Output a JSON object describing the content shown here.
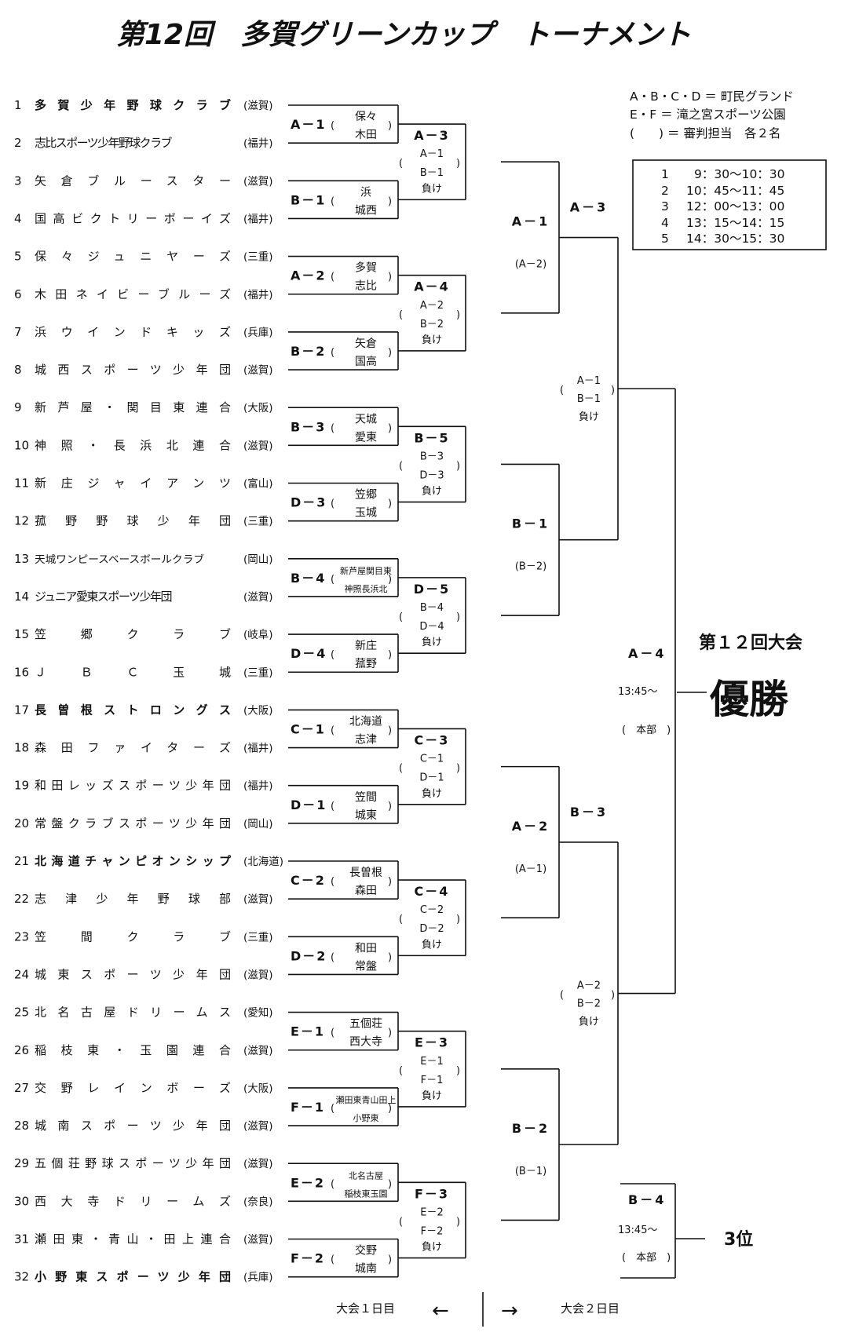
{
  "title": "第12回　多賀グリーンカップ　トーナメント",
  "venue_notes": [
    "A・B・C・D ＝ 町民グランド",
    "E・F ＝ 滝之宮スポーツ公園",
    "(　　) ＝ 審判担当　各２名"
  ],
  "schedule": [
    {
      "no": "1",
      "time": "9：30～10：30"
    },
    {
      "no": "2",
      "time": "10：45～11：45"
    },
    {
      "no": "3",
      "time": "12：00～13：00"
    },
    {
      "no": "4",
      "time": "13：15～14：15"
    },
    {
      "no": "5",
      "time": "14：30～15：30"
    }
  ],
  "teams": [
    {
      "no": "1",
      "name": "多賀少年野球クラブ",
      "pref": "(滋賀)",
      "bold": true
    },
    {
      "no": "2",
      "name": "志比スポーツ少年野球クラブ",
      "pref": "(福井)",
      "bold": false
    },
    {
      "no": "3",
      "name": "矢倉ブルースター",
      "pref": "(滋賀)",
      "bold": false
    },
    {
      "no": "4",
      "name": "国高ビクトリーボーイズ",
      "pref": "(福井)",
      "bold": false
    },
    {
      "no": "5",
      "name": "保々ジュニヤーズ",
      "pref": "(三重)",
      "bold": false
    },
    {
      "no": "6",
      "name": "木田ネイビーブルーズ",
      "pref": "(福井)",
      "bold": false
    },
    {
      "no": "7",
      "name": "浜ウインドキッズ",
      "pref": "(兵庫)",
      "bold": false
    },
    {
      "no": "8",
      "name": "城西スポーツ少年団",
      "pref": "(滋賀)",
      "bold": false
    },
    {
      "no": "9",
      "name": "新芦屋・関目東連合",
      "pref": "(大阪)",
      "bold": false
    },
    {
      "no": "10",
      "name": "神照・長浜北連合",
      "pref": "(滋賀)",
      "bold": false
    },
    {
      "no": "11",
      "name": "新庄ジャイアンツ",
      "pref": "(富山)",
      "bold": false
    },
    {
      "no": "12",
      "name": "菰野野球少年団",
      "pref": "(三重)",
      "bold": false
    },
    {
      "no": "13",
      "name": "天城ワンピースベースボールクラブ",
      "pref": "(岡山)",
      "bold": false
    },
    {
      "no": "14",
      "name": "ジュニア愛東スポーツ少年団",
      "pref": "(滋賀)",
      "bold": false
    },
    {
      "no": "15",
      "name": "笠郷クラブ",
      "pref": "(岐阜)",
      "bold": false
    },
    {
      "no": "16",
      "name": "ＪＢＣ玉城",
      "pref": "(三重)",
      "bold": false
    },
    {
      "no": "17",
      "name": "長曽根ストロングス",
      "pref": "(大阪)",
      "bold": true
    },
    {
      "no": "18",
      "name": "森田ファイターズ",
      "pref": "(福井)",
      "bold": false
    },
    {
      "no": "19",
      "name": "和田レッズスポーツ少年団",
      "pref": "(福井)",
      "bold": false
    },
    {
      "no": "20",
      "name": "常盤クラブスポーツ少年団",
      "pref": "(岡山)",
      "bold": false
    },
    {
      "no": "21",
      "name": "北海道チャンピオンシップ",
      "pref": "(北海道)",
      "bold": true
    },
    {
      "no": "22",
      "name": "志津少年野球部",
      "pref": "(滋賀)",
      "bold": false
    },
    {
      "no": "23",
      "name": "笠間クラブ",
      "pref": "(三重)",
      "bold": false
    },
    {
      "no": "24",
      "name": "城東スポーツ少年団",
      "pref": "(滋賀)",
      "bold": false
    },
    {
      "no": "25",
      "name": "北名古屋ドリームス",
      "pref": "(愛知)",
      "bold": false
    },
    {
      "no": "26",
      "name": "稲枝東・玉園連合",
      "pref": "(滋賀)",
      "bold": false
    },
    {
      "no": "27",
      "name": "交野レインボーズ",
      "pref": "(大阪)",
      "bold": false
    },
    {
      "no": "28",
      "name": "城南スポーツ少年団",
      "pref": "(滋賀)",
      "bold": false
    },
    {
      "no": "29",
      "name": "五個荘野球スポーツ少年団",
      "pref": "(滋賀)",
      "bold": false
    },
    {
      "no": "30",
      "name": "西大寺ドリームズ",
      "pref": "(奈良)",
      "bold": false
    },
    {
      "no": "31",
      "name": "瀬田東・青山・田上連合",
      "pref": "(滋賀)",
      "bold": false
    },
    {
      "no": "32",
      "name": "小野東スポーツ少年団",
      "pref": "(兵庫)",
      "bold": true
    }
  ],
  "first_round": [
    {
      "label": "A－1",
      "umpires": [
        "保々",
        "木田"
      ],
      "small": false
    },
    {
      "label": "B－1",
      "umpires": [
        "浜",
        "城西"
      ],
      "small": false
    },
    {
      "label": "A－2",
      "umpires": [
        "多賀",
        "志比"
      ],
      "small": false
    },
    {
      "label": "B－2",
      "umpires": [
        "矢倉",
        "国高"
      ],
      "small": false
    },
    {
      "label": "B－3",
      "umpires": [
        "天城",
        "愛東"
      ],
      "small": false
    },
    {
      "label": "D－3",
      "umpires": [
        "笠郷",
        "玉城"
      ],
      "small": false
    },
    {
      "label": "B－4",
      "umpires": [
        "新芦屋関目東",
        "神照長浜北"
      ],
      "small": true
    },
    {
      "label": "D－4",
      "umpires": [
        "新庄",
        "菰野"
      ],
      "small": false
    },
    {
      "label": "C－1",
      "umpires": [
        "北海道",
        "志津"
      ],
      "small": false
    },
    {
      "label": "D－1",
      "umpires": [
        "笠間",
        "城東"
      ],
      "small": false
    },
    {
      "label": "C－2",
      "umpires": [
        "長曽根",
        "森田"
      ],
      "small": false
    },
    {
      "label": "D－2",
      "umpires": [
        "和田",
        "常盤"
      ],
      "small": false
    },
    {
      "label": "E－1",
      "umpires": [
        "五個荘",
        "西大寺"
      ],
      "small": false
    },
    {
      "label": "F－1",
      "umpires": [
        "瀬田東青山田上",
        "小野東"
      ],
      "small": true
    },
    {
      "label": "E－2",
      "umpires": [
        "北名古屋",
        "稲枝東玉園"
      ],
      "small": true
    },
    {
      "label": "F－2",
      "umpires": [
        "交野",
        "城南"
      ],
      "small": false
    }
  ],
  "second_round": [
    {
      "label": "A－3",
      "umpires": [
        "A－1",
        "B－1"
      ],
      "note": "負け"
    },
    {
      "label": "A－4",
      "umpires": [
        "A－2",
        "B－2"
      ],
      "note": "負け"
    },
    {
      "label": "B－5",
      "umpires": [
        "B－3",
        "D－3"
      ],
      "note": "負け"
    },
    {
      "label": "D－5",
      "umpires": [
        "B－4",
        "D－4"
      ],
      "note": "負け"
    },
    {
      "label": "C－3",
      "umpires": [
        "C－1",
        "D－1"
      ],
      "note": "負け"
    },
    {
      "label": "C－4",
      "umpires": [
        "C－2",
        "D－2"
      ],
      "note": "負け"
    },
    {
      "label": "E－3",
      "umpires": [
        "E－1",
        "F－1"
      ],
      "note": "負け"
    },
    {
      "label": "F－3",
      "umpires": [
        "E－2",
        "F－2"
      ],
      "note": "負け"
    }
  ],
  "quarter": [
    {
      "label": "A－1",
      "sub": "(A－2)"
    },
    {
      "label": "B－1",
      "sub": "(B－2)"
    },
    {
      "label": "A－2",
      "sub": "(A－1)"
    },
    {
      "label": "B－2",
      "sub": "(B－1)"
    }
  ],
  "semi": [
    {
      "label": "A－3",
      "umpires": [
        "A－1",
        "B－1"
      ],
      "note": "負け"
    },
    {
      "label": "B－3",
      "umpires": [
        "A－2",
        "B－2"
      ],
      "note": "負け"
    }
  ],
  "final": {
    "label": "A－4",
    "time": "13:45～",
    "place": "(　本部　)"
  },
  "third_place_match": {
    "label": "B－4",
    "time": "13:45～",
    "place": "(　本部　)"
  },
  "tournament_name": "第１２回大会",
  "champion": "優勝",
  "third_place": "3位",
  "day_labels": {
    "day1": "大会１日目",
    "day2": "大会２日目",
    "left_arrow": "←",
    "right_arrow": "→"
  }
}
